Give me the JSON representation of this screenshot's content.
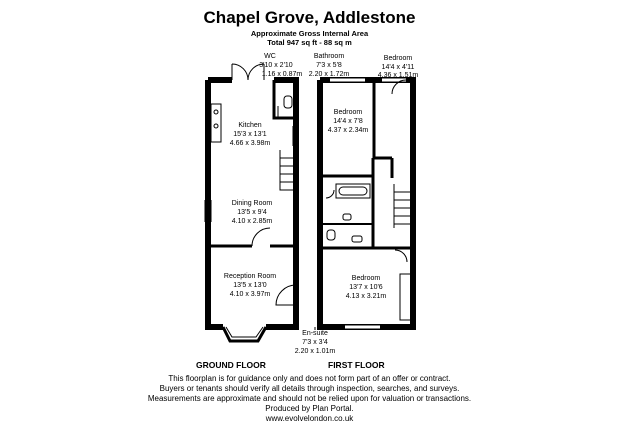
{
  "header": {
    "title": "Chapel Grove, Addlestone",
    "subtitle": "Approximate Gross Internal Area",
    "total": "Total 947 sq ft - 88 sq m"
  },
  "ground_floor": {
    "label": "GROUND FLOOR",
    "rooms": [
      {
        "name": "WC",
        "imperial": "3'10 x 2'10",
        "metric": "1.16 x 0.87m"
      },
      {
        "name": "Kitchen",
        "imperial": "15'3 x 13'1",
        "metric": "4.66 x 3.98m"
      },
      {
        "name": "Dining Room",
        "imperial": "13'5 x 9'4",
        "metric": "4.10 x 2.85m"
      },
      {
        "name": "Reception Room",
        "imperial": "13'5 x 13'0",
        "metric": "4.10 x 3.97m"
      }
    ]
  },
  "first_floor": {
    "label": "FIRST FLOOR",
    "rooms": [
      {
        "name": "Bathroom",
        "imperial": "7'3 x 5'8",
        "metric": "2.20 x 1.72m"
      },
      {
        "name": "Bedroom",
        "imperial": "14'4 x 4'11",
        "metric": "4.36 x 1.51m"
      },
      {
        "name": "Bedroom",
        "imperial": "14'4 x 7'8",
        "metric": "4.37 x 2.34m"
      },
      {
        "name": "Bedroom",
        "imperial": "13'7 x 10'6",
        "metric": "4.13 x 3.21m"
      },
      {
        "name": "En-suite",
        "imperial": "7'3 x 3'4",
        "metric": "2.20 x 1.01m"
      }
    ]
  },
  "disclaimer": [
    "This floorplan is for guidance only and does not form part of an offer or contract.",
    "Buyers or tenants should verify all details through inspection, searches, and surveys.",
    "Measurements are approximate and should not be relied upon for valuation or transactions.",
    "Produced by Plan Portal.",
    "www.evolvelondon.co.uk"
  ],
  "colors": {
    "wall": "#000000",
    "background": "#ffffff"
  }
}
